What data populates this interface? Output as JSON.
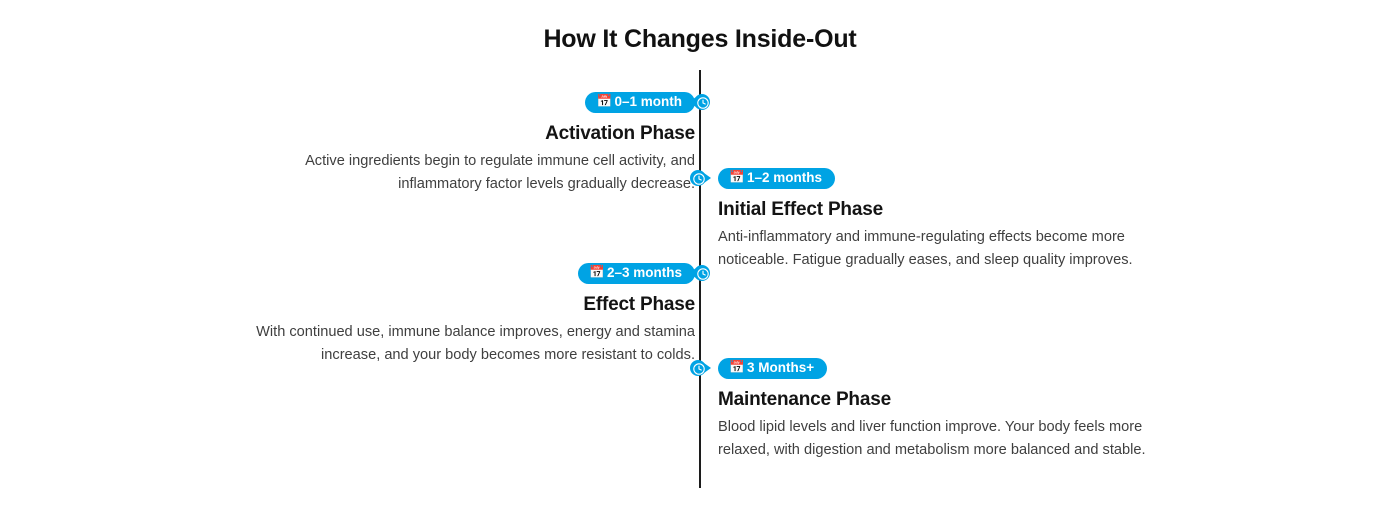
{
  "title": "How It Changes Inside-Out",
  "colors": {
    "accent": "#00A3E4",
    "spine": "#1c1c1c",
    "heading": "#141414",
    "body": "#3f3f3f",
    "background": "#ffffff"
  },
  "timeline": {
    "orientation": "vertical-alternating",
    "phases": [
      {
        "badge": "0–1 month",
        "badge_icon": "calendar-icon",
        "marker_icon": "clock-icon",
        "side": "left",
        "title": "Activation Phase",
        "description": "Active ingredients begin to regulate immune cell activity, and inflammatory factor levels gradually decrease."
      },
      {
        "badge": "1–2 months",
        "badge_icon": "calendar-icon",
        "marker_icon": "clock-icon",
        "side": "right",
        "title": "Initial Effect Phase",
        "description": "Anti-inflammatory and immune-regulating effects become more noticeable. Fatigue gradually eases, and sleep quality improves."
      },
      {
        "badge": "2–3 months",
        "badge_icon": "calendar-icon",
        "marker_icon": "clock-icon",
        "side": "left",
        "title": "Effect Phase",
        "description": "With continued use, immune balance improves, energy and stamina increase, and your body becomes more resistant to colds."
      },
      {
        "badge": "3 Months+",
        "badge_icon": "calendar-icon",
        "marker_icon": "clock-icon",
        "side": "right",
        "title": "Maintenance Phase",
        "description": "Blood lipid levels and liver function improve. Your body feels more relaxed, with digestion and metabolism more balanced and stable."
      }
    ]
  }
}
